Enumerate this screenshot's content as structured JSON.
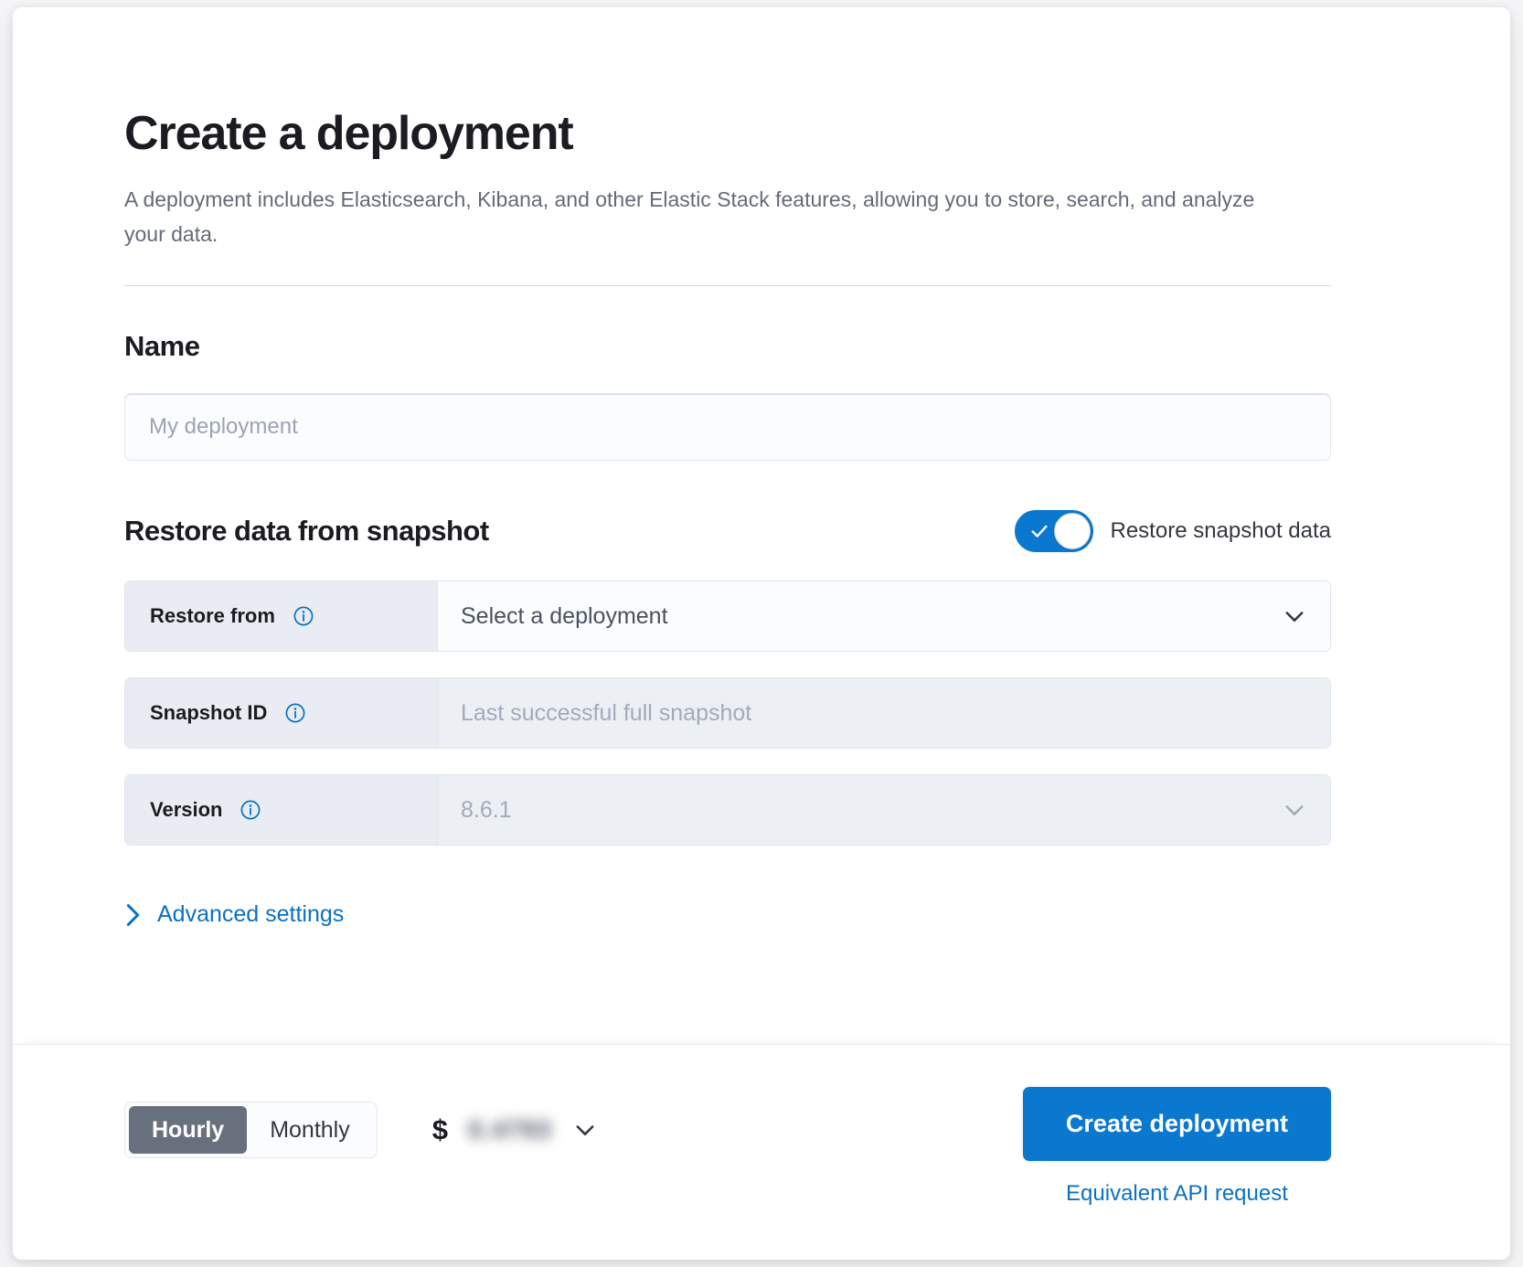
{
  "header": {
    "title": "Create a deployment",
    "description": "A deployment includes Elasticsearch, Kibana, and other Elastic Stack features, allowing you to store, search, and analyze your data."
  },
  "name_section": {
    "heading": "Name",
    "input_placeholder": "My deployment",
    "input_value": ""
  },
  "restore_section": {
    "heading": "Restore data from snapshot",
    "toggle_label": "Restore snapshot data",
    "toggle_on": true,
    "rows": [
      {
        "label": "Restore from",
        "value": "Select a deployment",
        "icon": "info-icon",
        "control": "chevron-down-icon",
        "enabled": true
      },
      {
        "label": "Snapshot ID",
        "value": "Last successful full snapshot",
        "icon": "info-icon",
        "control": "none",
        "enabled": false
      },
      {
        "label": "Version",
        "value": "8.6.1",
        "icon": "info-icon",
        "control": "chevron-down-icon",
        "enabled": false
      }
    ],
    "advanced_settings_label": "Advanced settings"
  },
  "footer": {
    "billing_options": [
      "Hourly",
      "Monthly"
    ],
    "billing_selected": "Hourly",
    "price_currency": "$",
    "price_amount": "0.4793",
    "price_chevron": "chevron-down-icon",
    "create_button": "Create deployment",
    "api_link": "Equivalent API request"
  },
  "colors": {
    "accent_blue": "#0b78d0",
    "link_blue": "#0b71c1",
    "segment_active": "#69707d",
    "text_dark": "#1a1c21",
    "text_muted": "#646a77"
  }
}
